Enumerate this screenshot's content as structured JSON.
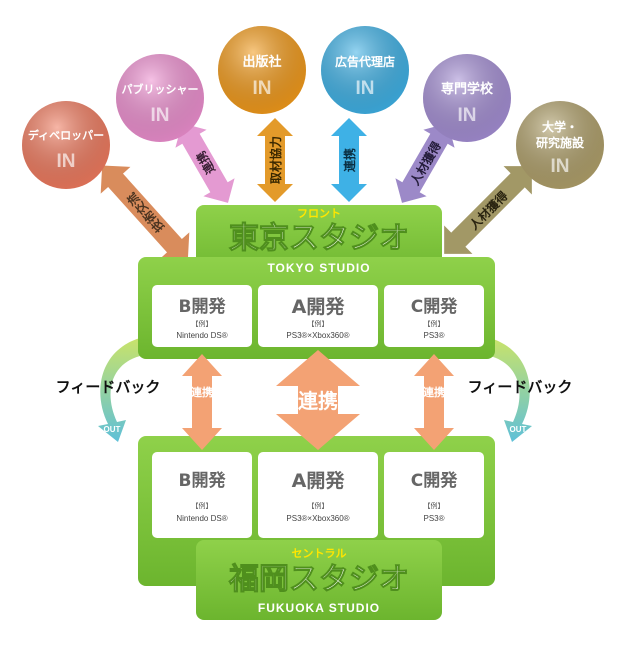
{
  "sources": [
    {
      "label_lines": [
        "ディベロッパー"
      ],
      "in": "IN",
      "color": "#f07a5e"
    },
    {
      "label_lines": [
        "パブリッシャー"
      ],
      "in": "IN",
      "color": "#ee8fd0"
    },
    {
      "label_lines": [
        "出版社"
      ],
      "in": "IN",
      "color": "#f29a1a"
    },
    {
      "label_lines": [
        "広告代理店"
      ],
      "in": "IN",
      "color": "#3eb1e6"
    },
    {
      "label_lines": [
        "専門学校"
      ],
      "in": "IN",
      "color": "#a48ed4"
    },
    {
      "label_lines": [
        "大学・",
        "研究施設"
      ],
      "in": "IN",
      "color": "#b0a06a"
    }
  ],
  "connector_labels": [
    "技術交流",
    "連携",
    "取材協力",
    "連携",
    "人材獲得",
    "人材獲得"
  ],
  "tokyo": {
    "ruby": "フロント",
    "name": "東京スタジオ",
    "english": "TOKYO STUDIO"
  },
  "fukuoka": {
    "ruby": "セントラル",
    "name": "福岡スタジオ",
    "english": "FUKUOKA STUDIO"
  },
  "tokyo_units": [
    {
      "title": "B開発",
      "example": "【例】",
      "platform": "Nintendo DS®"
    },
    {
      "title": "A開発",
      "example": "【例】",
      "platform": "PS3®×Xbox360®"
    },
    {
      "title": "C開発",
      "example": "【例】",
      "platform": "PS3®"
    }
  ],
  "fukuoka_units": [
    {
      "title": "B開発",
      "example": "【例】",
      "platform": "Nintendo DS®"
    },
    {
      "title": "A開発",
      "example": "【例】",
      "platform": "PS3®×Xbox360®"
    },
    {
      "title": "C開発",
      "example": "【例】",
      "platform": "PS3®"
    }
  ],
  "link_labels": [
    "連携",
    "連携",
    "連携"
  ],
  "feedback": {
    "left": "フィードバック",
    "right": "フィードバック",
    "out": "OUT"
  },
  "colors": {
    "green": "#7cc43a",
    "green_dark": "#5a9e24",
    "arrow_orange": "#f3a274",
    "ruby": "#ffe600"
  }
}
